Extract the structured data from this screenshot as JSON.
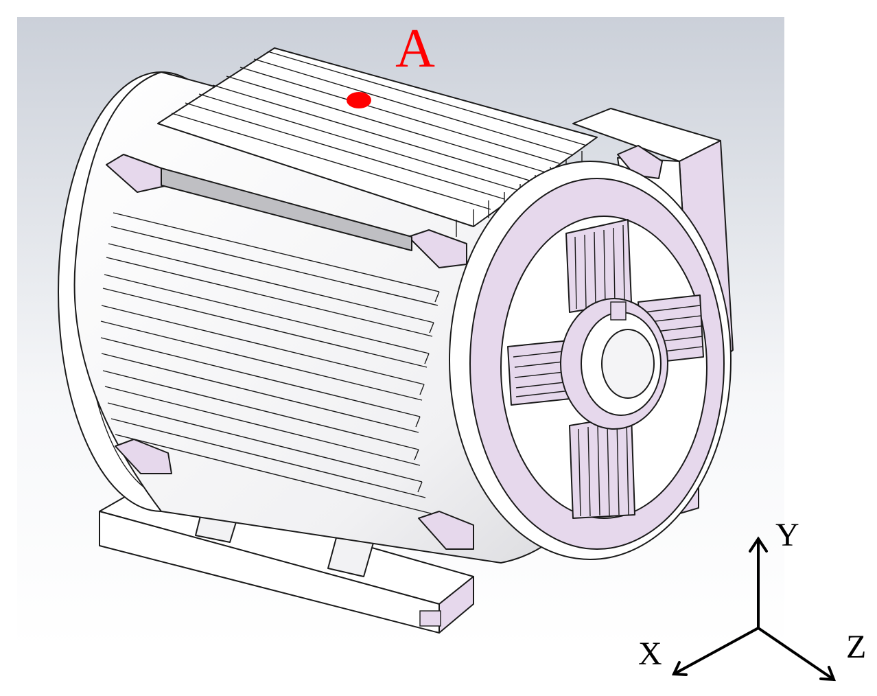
{
  "point_label": "A",
  "axes": {
    "y_label": "Y",
    "x_label": "X",
    "z_label": "Z"
  },
  "colors": {
    "marker": "#ff0000",
    "label": "#ff0000",
    "face_tint": "#e6d8ec",
    "body": "#ffffff",
    "line": "#1a1a1a",
    "bg_top": "#ccd0d8",
    "bg_bottom": "#ffffff"
  }
}
